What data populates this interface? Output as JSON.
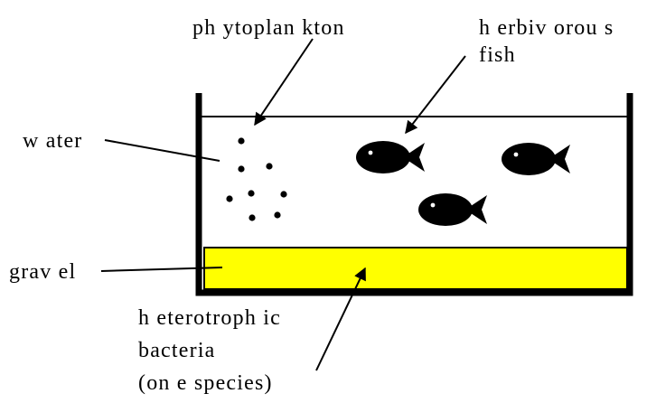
{
  "labels": {
    "phytoplankton": "ph ytoplan kton",
    "herbivorous_line1": "h erbiv orou s",
    "herbivorous_line2": "fish",
    "water": "w ater",
    "gravel": "grav el",
    "bacteria_line1": "h eterotroph ic",
    "bacteria_line2": "bacteria",
    "bacteria_line3": "(on e species)"
  },
  "colors": {
    "gravel": "#ffff00",
    "outline": "#000000",
    "background": "#ffffff"
  },
  "icons": {
    "fish": "fish-icon",
    "plankton": "plankton-dot-icon"
  }
}
